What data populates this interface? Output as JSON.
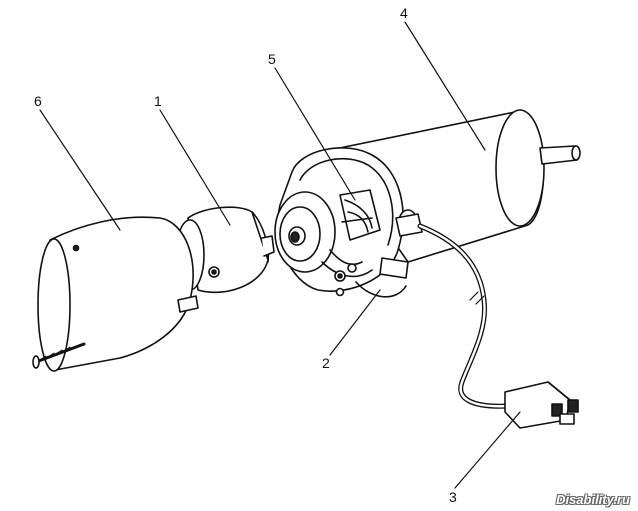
{
  "diagram": {
    "labels": {
      "cover": "6",
      "brush_holder": "1",
      "brush_lead": "5",
      "motor_body": "4",
      "terminal": "2",
      "connector": "3"
    },
    "watermark": "Disability.ru"
  }
}
